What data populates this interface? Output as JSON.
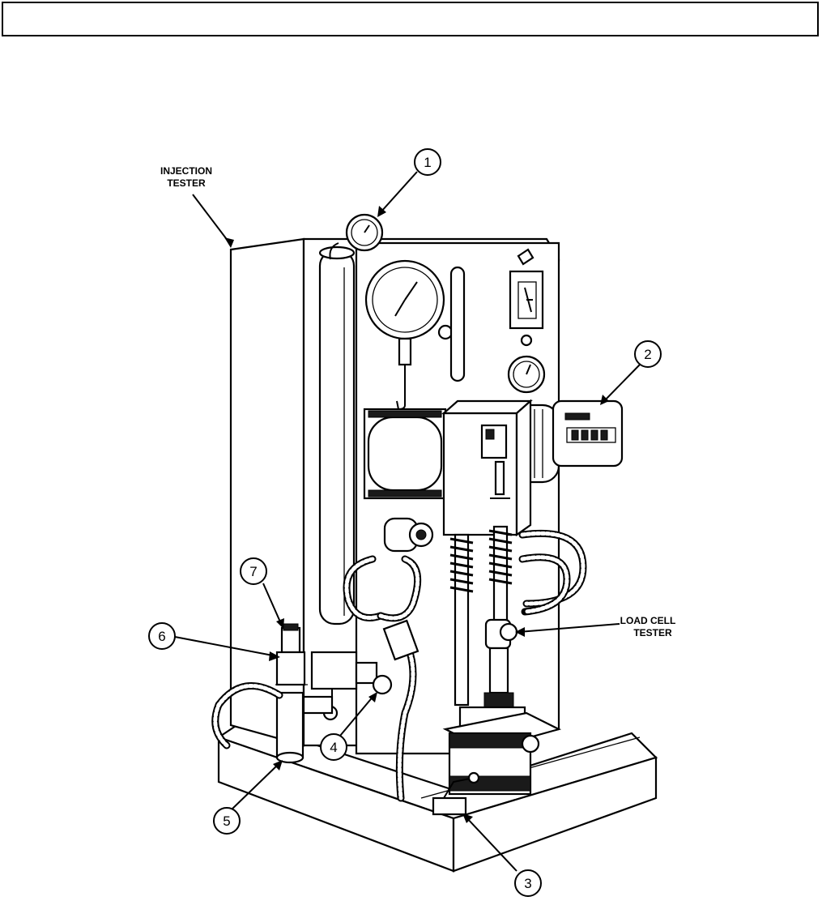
{
  "labels": {
    "injection_tester_line1": "INJECTION",
    "injection_tester_line2": "TESTER",
    "load_cell_line1": "LOAD CELL",
    "load_cell_line2": "TESTER"
  },
  "callouts": {
    "c1": "1",
    "c2": "2",
    "c3": "3",
    "c4": "4",
    "c5": "5",
    "c6": "6",
    "c7": "7"
  }
}
